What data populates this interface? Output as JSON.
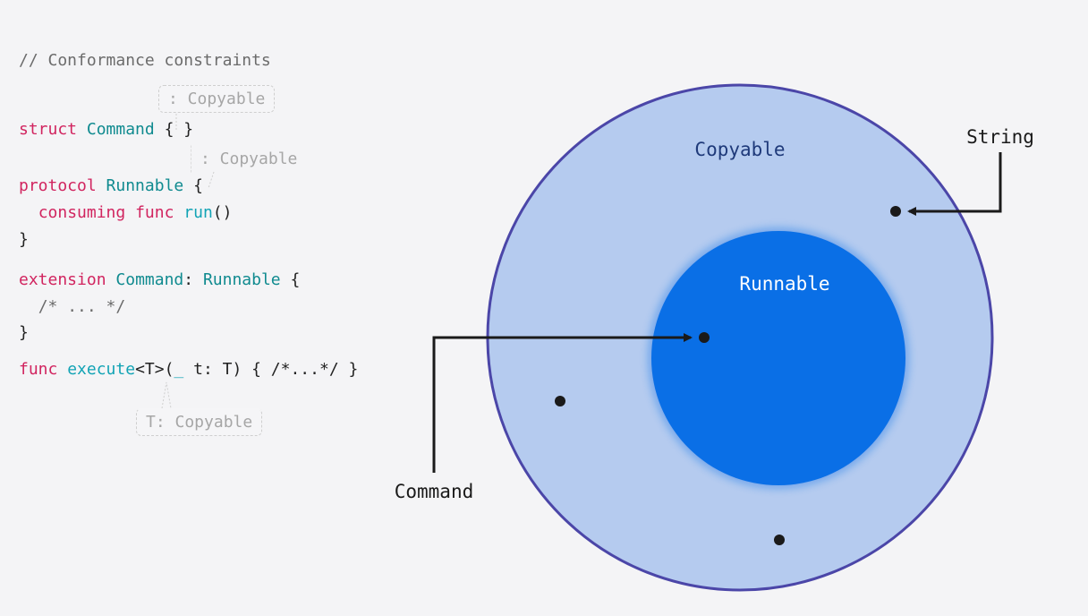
{
  "code": {
    "comment": "// Conformance constraints",
    "hint_struct": ": Copyable",
    "struct_kw": "struct",
    "struct_name": "Command",
    "struct_body": " { }",
    "hint_protocol": ": Copyable",
    "protocol_kw": "protocol",
    "protocol_name": "Runnable",
    "protocol_open": " {",
    "consuming_kw": "consuming",
    "func_kw": "func",
    "run_name": "run",
    "run_parens": "()",
    "close_brace": "}",
    "extension_kw": "extension",
    "ext_type": "Command",
    "ext_colon": ": ",
    "ext_proto": "Runnable",
    "ext_open": " {",
    "ext_comment": "/* ... */",
    "ext_close": "}",
    "exec_func_kw": "func",
    "exec_name": "execute",
    "exec_generic": "<T>(",
    "exec_underscore": "_",
    "exec_rest": " t: T) { /*...*/ }",
    "hint_generic": "T: Copyable"
  },
  "diagram": {
    "outer_label": "Copyable",
    "inner_label": "Runnable",
    "string_label": "String",
    "command_label": "Command",
    "colors": {
      "outer_fill": "#b5cbef",
      "outer_stroke": "#4b46a8",
      "inner_fill": "#0a6fe6",
      "outer_text": "#1f3a7a",
      "inner_text": "#ffffff",
      "arrow": "#1a1a1a"
    }
  }
}
